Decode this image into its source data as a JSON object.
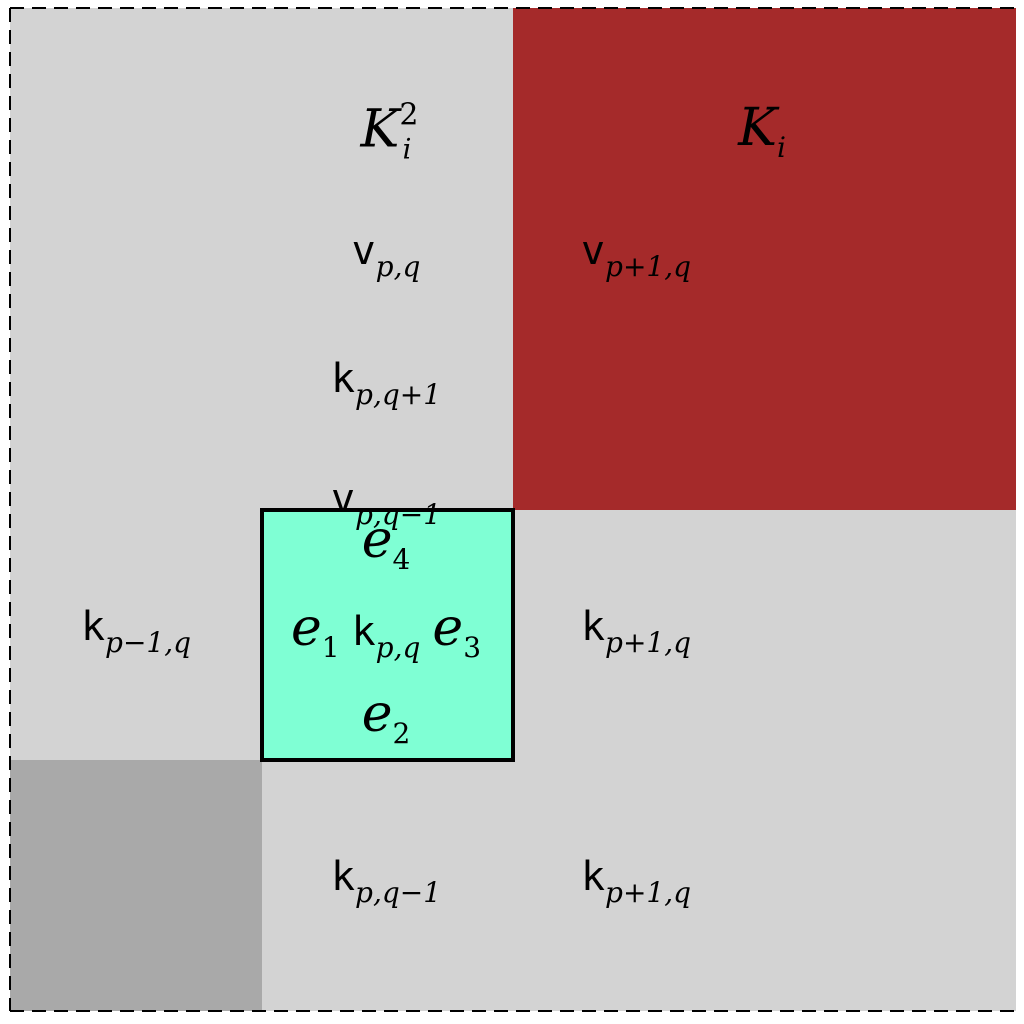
{
  "colors": {
    "background_cell": "#d3d3d3",
    "highlight_cell": "#a52a2a",
    "corner_cell": "#a9a9a9",
    "center_cell": "#7fffd4",
    "border": "#000000"
  },
  "labels": {
    "K_i_squared": {
      "base": "K",
      "sub": "i",
      "sup": "2"
    },
    "K_i": {
      "base": "K",
      "sub": "i"
    },
    "v_pq": {
      "base": "v",
      "sub": "p,q"
    },
    "v_p1q": {
      "base": "v",
      "sub": "p+1,q"
    },
    "k_pq1": {
      "base": "k",
      "sub": "p,q+1"
    },
    "v_pqm1": {
      "base": "v",
      "sub": "p,q−1"
    },
    "k_pm1q": {
      "base": "k",
      "sub": "p−1,q"
    },
    "k_pq": {
      "base": "k",
      "sub": "p,q"
    },
    "k_p1q_mid": {
      "base": "k",
      "sub": "p+1,q"
    },
    "k_pqm1": {
      "base": "k",
      "sub": "p,q−1"
    },
    "k_p1q_bottom": {
      "base": "k",
      "sub": "p+1,q"
    },
    "e1": {
      "base": "e",
      "sub": "1"
    },
    "e2": {
      "base": "e",
      "sub": "2"
    },
    "e3": {
      "base": "e",
      "sub": "3"
    },
    "e4": {
      "base": "e",
      "sub": "4"
    }
  }
}
